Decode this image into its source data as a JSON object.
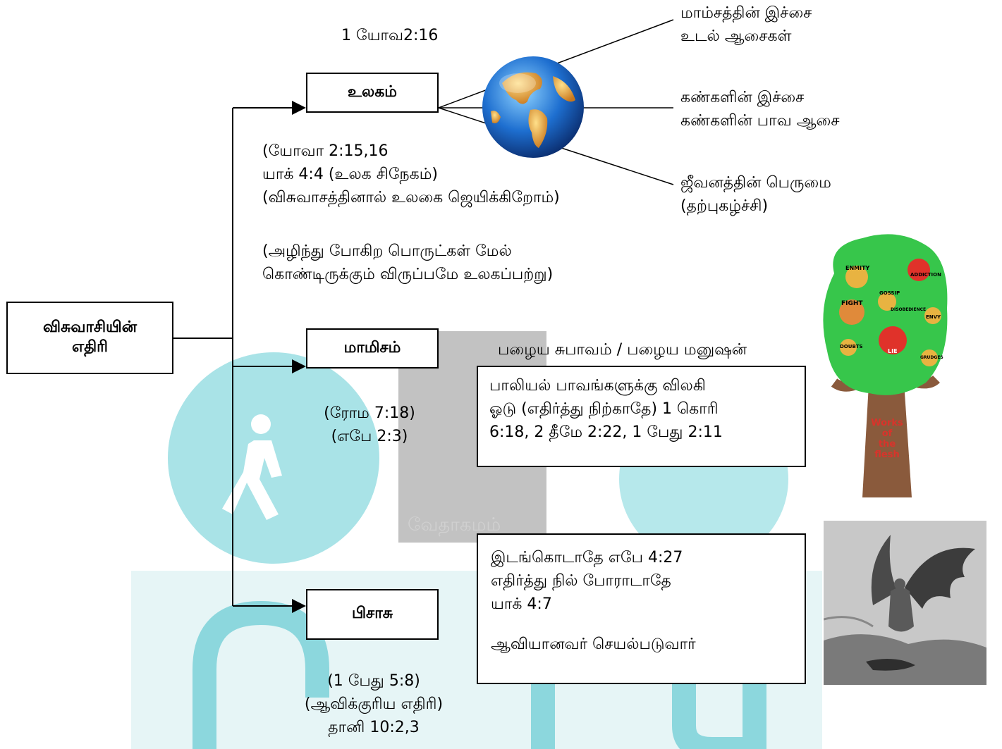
{
  "root": {
    "line1": "விசுவாசியின்",
    "line2": "எதிரி"
  },
  "world": {
    "reference_top": "1 யோவ2:16",
    "label": "உலகம்",
    "lust_flesh": [
      "மாம்சத்தின் இச்சை",
      "உடல் ஆசைகள்"
    ],
    "lust_eyes": [
      "கண்களின் இச்சை",
      "கண்களின் பாவ ஆசை"
    ],
    "pride_life": [
      "ஜீவனத்தின் பெருமை",
      "(தற்புகழ்ச்சி)"
    ],
    "refs": [
      "(யோவா 2:15,16",
      "யாக் 4:4 (உலக சிநேகம்)",
      "(விசுவாசத்தினால் உலகை ஜெயிக்கிறோம்)"
    ],
    "definition": [
      "(அழிந்து போகிற பொருட்கள் மேல்",
      "கொண்டிருக்கும் விருப்பமே உலகப்பற்று)"
    ]
  },
  "flesh": {
    "label": "மாமிசம்",
    "caption": "பழைய சுபாவம் / பழைய மனுஷன்",
    "refs": [
      "(ரோம 7:18)",
      "(எபே 2:3)"
    ],
    "advice": [
      "பாலியல் பாவங்களுக்கு விலகி",
      "ஓடு (எதிர்த்து நிற்காதே) 1 கொரி",
      "6:18, 2 தீமே 2:22, 1 பேது 2:11"
    ],
    "tree_words": [
      "ENMITY",
      "ADDICTION",
      "FIGHT",
      "GOSSIP",
      "DISOBEDIENCE",
      "ENVY",
      "DOUBTS",
      "LIE",
      "GRUDGES"
    ],
    "tree_caption": [
      "Works",
      "of",
      "the",
      "flesh"
    ]
  },
  "devil": {
    "label": "பிசாசு",
    "refs": [
      "(1 பேது 5:8)",
      "(ஆவிக்குரிய எதிரி)",
      "தானி 10:2,3"
    ],
    "advice": [
      "இடங்கொடாதே எபே 4:27",
      "எதிர்த்து நில் போராடாதே",
      "யாக் 4:7",
      "ஆவியானவர் செயல்படுவார்"
    ]
  },
  "watermark": {
    "text": "வேதாகமம்"
  },
  "colors": {
    "watermark_teal": "#2bc0c8",
    "watermark_light": "#e9f6f7",
    "tree_green": "#37c64b",
    "trunk": "#8a5a3c",
    "caption_red": "#d9332b"
  }
}
